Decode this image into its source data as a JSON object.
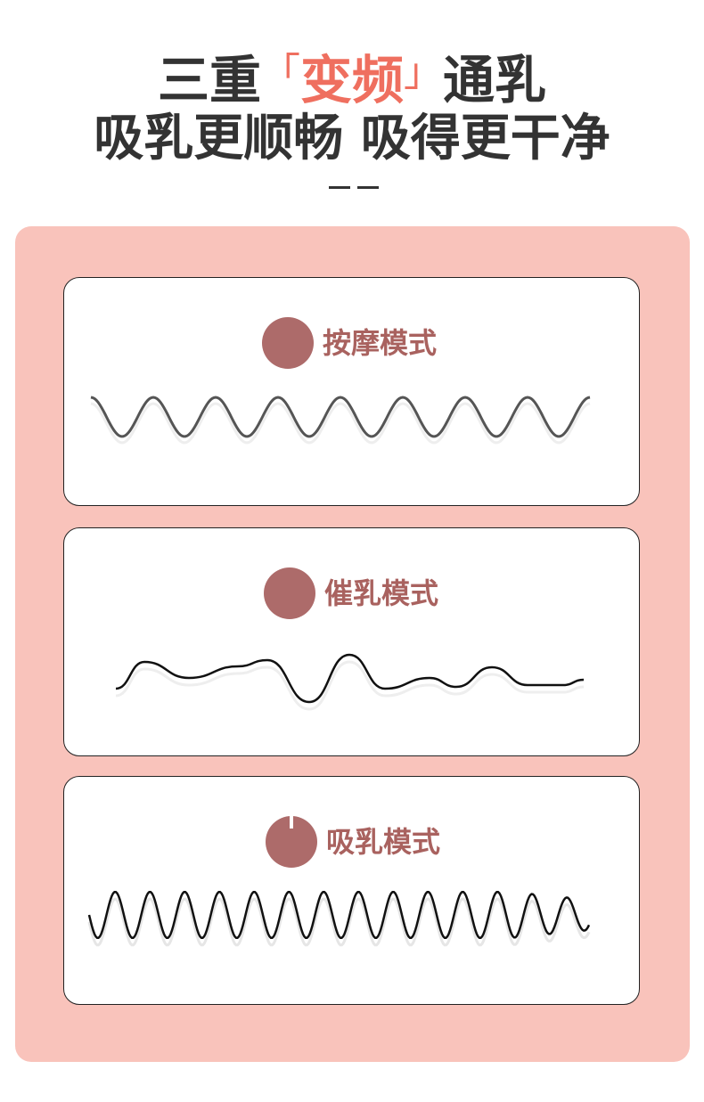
{
  "header": {
    "line1_pre": "三重",
    "line1_bracket_open": "「",
    "line1_accent": "变频",
    "line1_bracket_close": "」",
    "line1_post": "通乳",
    "line2": "吸乳更顺畅 吸得更干净"
  },
  "colors": {
    "accent": "#ef6f5f",
    "panel": "#f9c3bb",
    "dot": "#ad6b6a",
    "label": "#a9625f"
  },
  "modes": [
    {
      "label": "按摩模式",
      "icon": "circle-dot-icon"
    },
    {
      "label": "催乳模式",
      "icon": "circle-dot-icon"
    },
    {
      "label": "吸乳模式",
      "icon": "power-icon"
    }
  ]
}
